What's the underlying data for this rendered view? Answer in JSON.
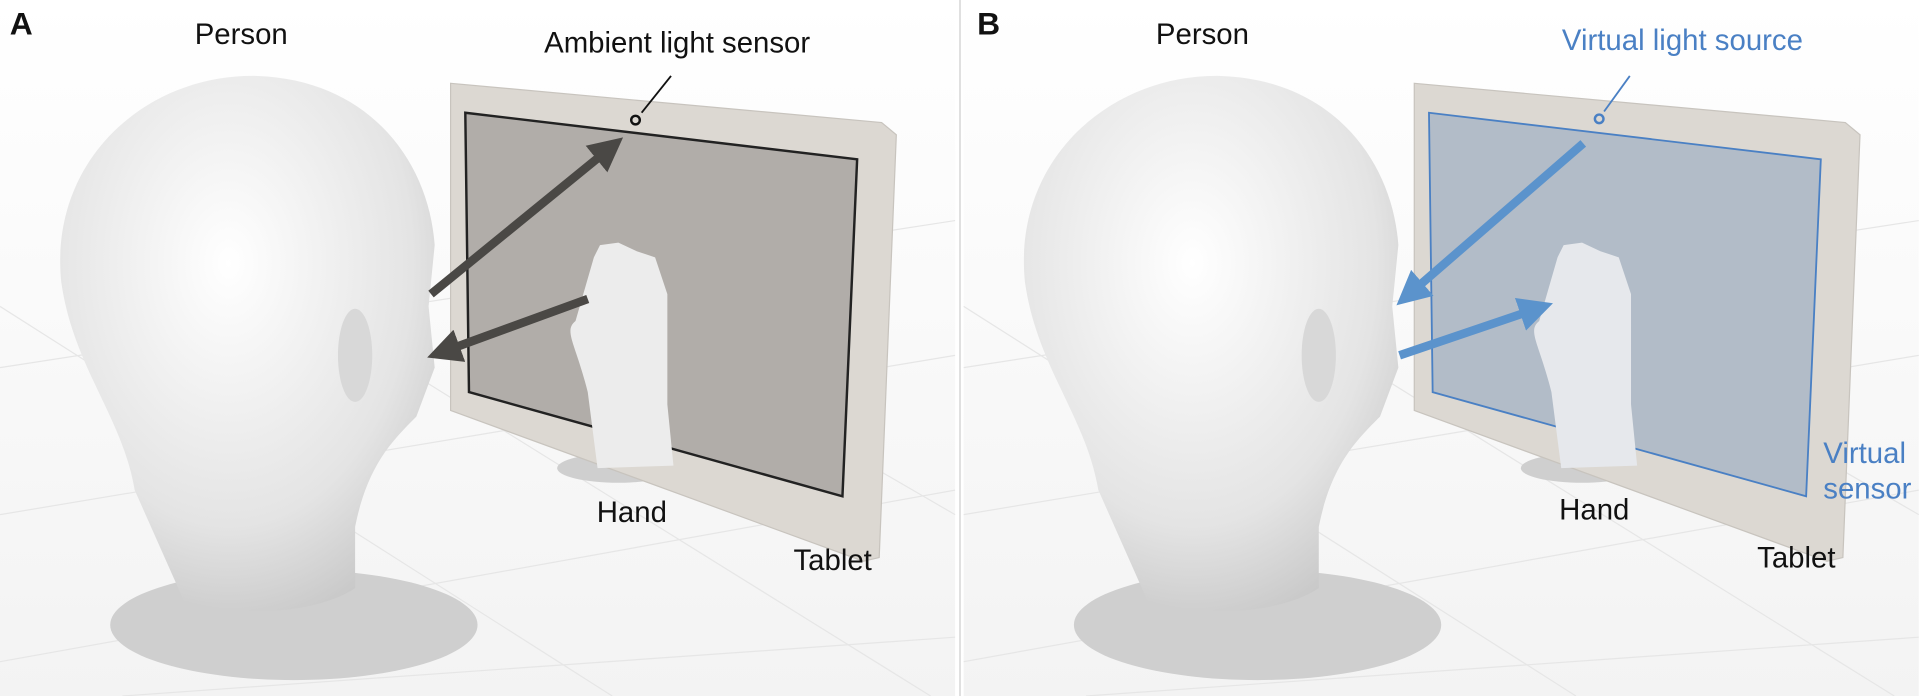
{
  "panels": [
    {
      "letter": "A",
      "person_label": "Person",
      "sensor_label": "Ambient light sensor",
      "hand_label": "Hand",
      "tablet_label": "Tablet"
    },
    {
      "letter": "B",
      "person_label": "Person",
      "source_label": "Virtual light source",
      "virtual_sensor_label_1": "Virtual",
      "virtual_sensor_label_2": "sensor",
      "hand_label": "Hand",
      "tablet_label": "Tablet"
    }
  ],
  "colors": {
    "arrow_a": "#4a4845",
    "arrow_b": "#5b93cc",
    "blue_text": "#4a80c4"
  }
}
